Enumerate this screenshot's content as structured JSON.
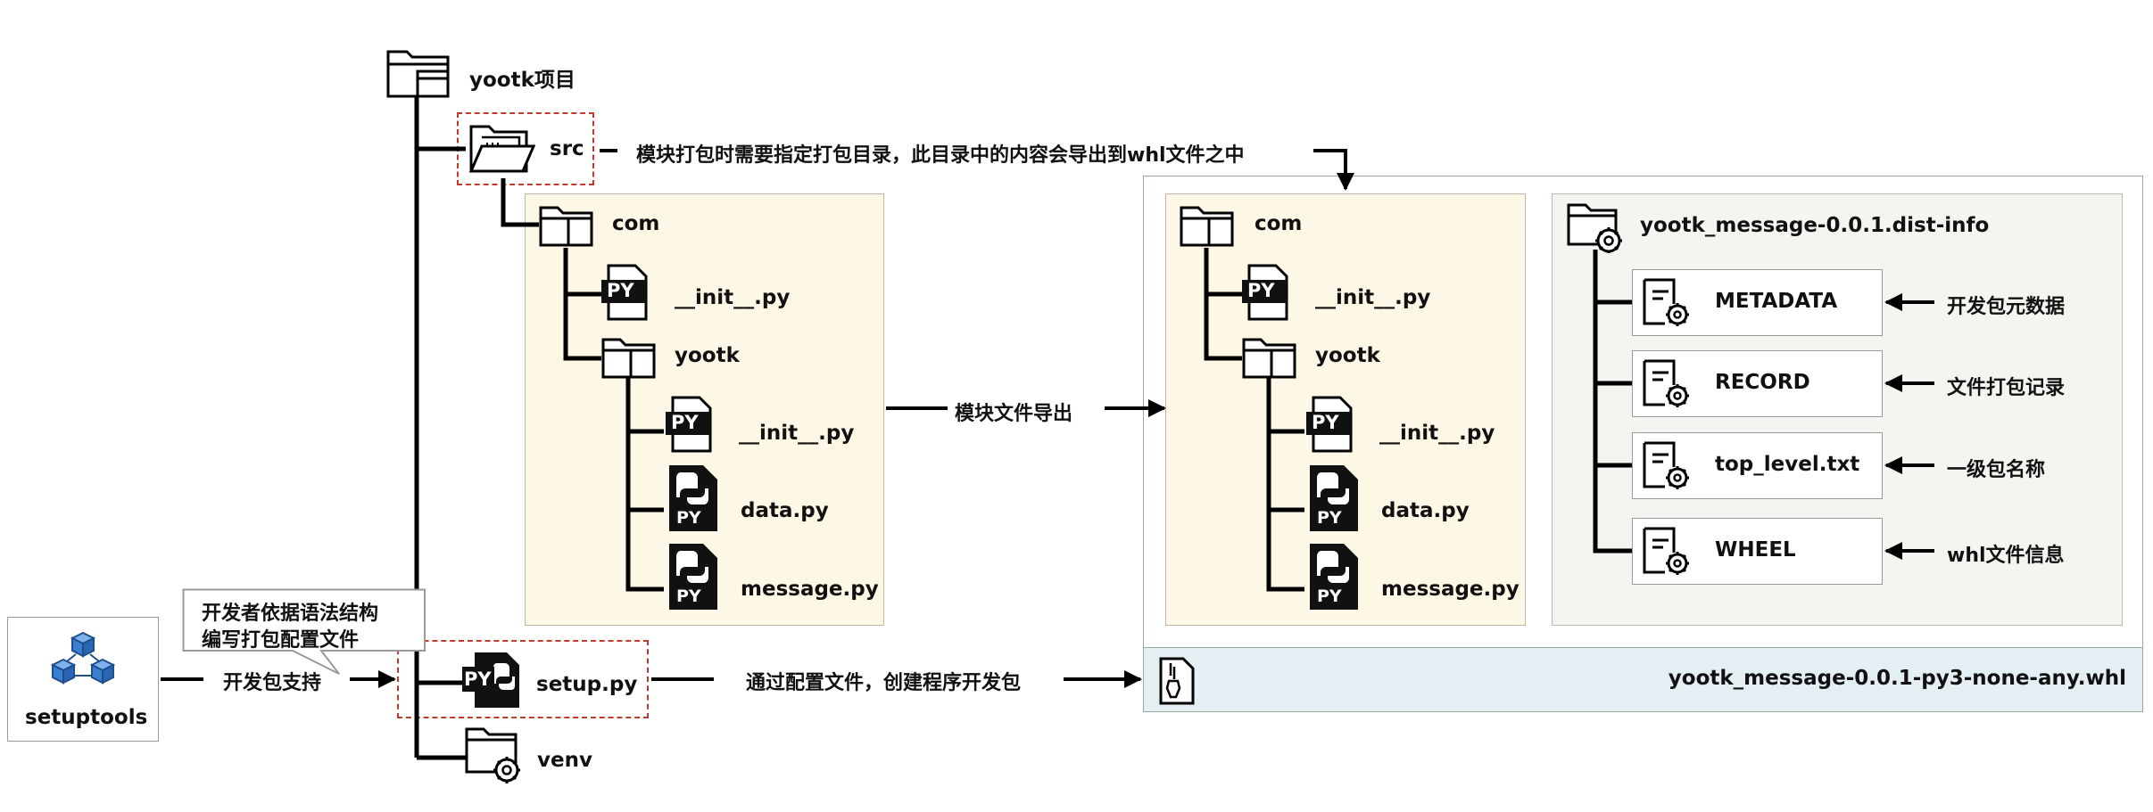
{
  "colors": {
    "line": "#000000",
    "dash_red": "#c0392b",
    "pkg_bg": "#fdf7e6",
    "pkg_border": "#bdb6a2",
    "dist_bg": "#f3f6f0",
    "outer_border": "#9aa7a0",
    "whl_bg": "#e3eff2",
    "meta_box_border": "#999999",
    "cube_blue": "#3b7fd1"
  },
  "project": {
    "root_label": "yootk项目",
    "src_label": "src",
    "src_note": "模块打包时需要指定打包目录，此目录中的内容会导出到whl文件之中",
    "com_label": "com",
    "init_label_1": "__init__.py",
    "yootk_label": "yootk",
    "init_label_2": "__init__.py",
    "data_label": "data.py",
    "message_label": "message.py",
    "setup_label": "setup.py",
    "venv_label": "venv",
    "py_badge": "PY"
  },
  "arrows": {
    "export_label": "模块文件导出",
    "create_label": "通过配置文件，创建程序开发包",
    "support_label": "开发包支持"
  },
  "callout": {
    "line1": "开发者依据语法结构",
    "line2": "编写打包配置文件"
  },
  "setuptools": {
    "label": "setuptools"
  },
  "whl": {
    "com_label": "com",
    "init_label_1": "__init__.py",
    "yootk_label": "yootk",
    "init_label_2": "__init__.py",
    "data_label": "data.py",
    "message_label": "message.py",
    "dist_info_label": "yootk_message-0.0.1.dist-info",
    "meta_items": [
      {
        "name": "METADATA",
        "desc": "开发包元数据"
      },
      {
        "name": "RECORD",
        "desc": "文件打包记录"
      },
      {
        "name": "top_level.txt",
        "desc": "一级包名称"
      },
      {
        "name": "WHEEL",
        "desc": "whl文件信息"
      }
    ],
    "file_label": "yootk_message-0.0.1-py3-none-any.whl"
  }
}
